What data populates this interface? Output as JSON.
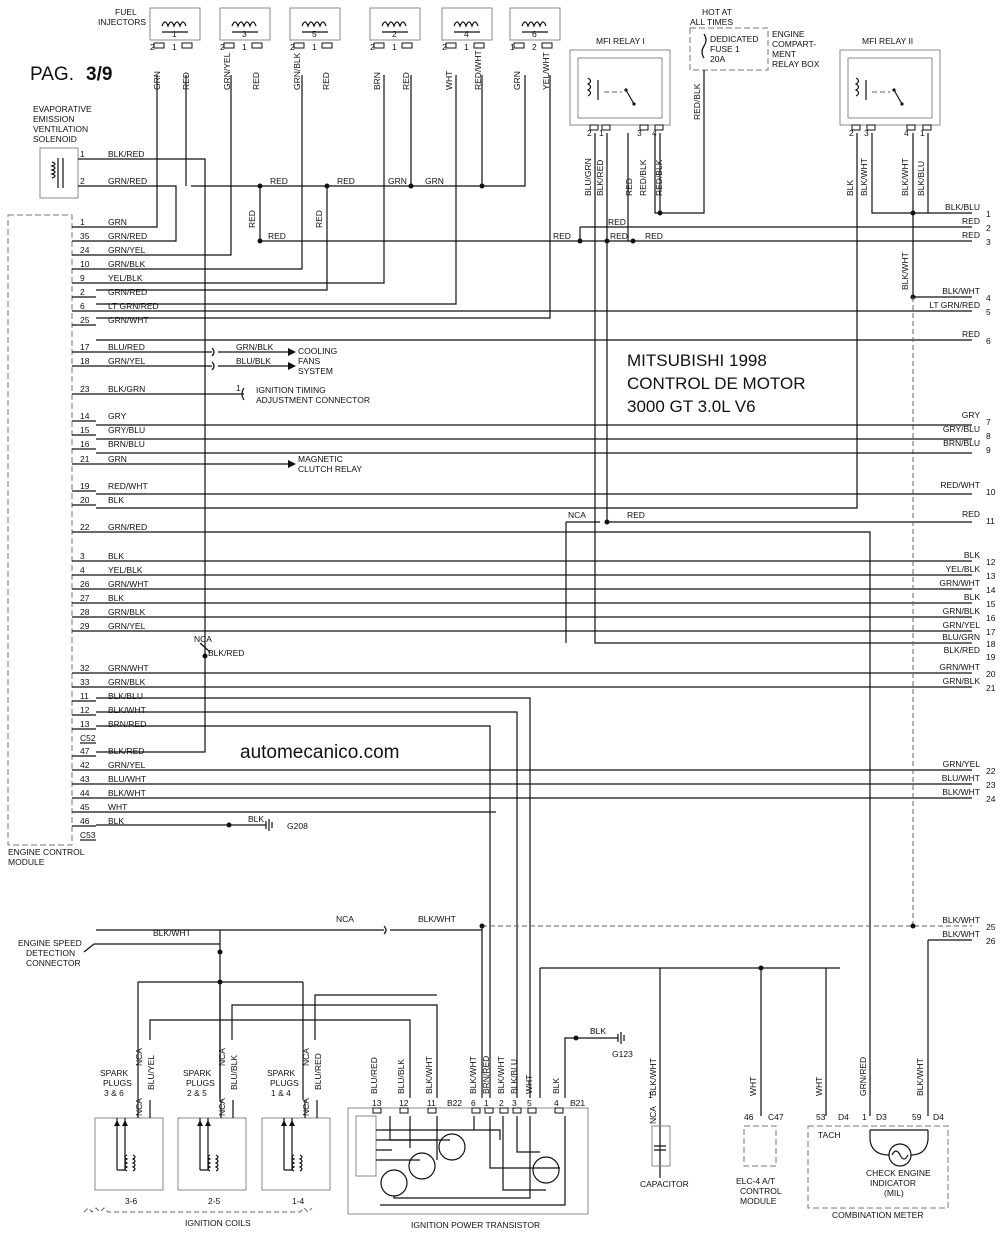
{
  "page": {
    "label": "PAG.",
    "number": "3/9"
  },
  "title": {
    "line1": "MITSUBISHI 1998",
    "line2": "CONTROL DE MOTOR",
    "line3": "3000 GT 3.0L V6"
  },
  "watermark": "automecanico.com",
  "fuel_injectors": {
    "label": "FUEL INJECTORS",
    "items": [
      {
        "num": "1",
        "wire_a": "GRN",
        "wire_b": "RED",
        "pin_a": "2",
        "pin_b": "1"
      },
      {
        "num": "3",
        "wire_a": "GRN/YEL",
        "wire_b": "RED",
        "pin_a": "2",
        "pin_b": "1"
      },
      {
        "num": "5",
        "wire_a": "GRN/BLK",
        "wire_b": "RED",
        "pin_a": "2",
        "pin_b": "1"
      },
      {
        "num": "2",
        "wire_a": "BRN",
        "wire_b": "RED",
        "pin_a": "2",
        "pin_b": "1"
      },
      {
        "num": "4",
        "wire_a": "WHT",
        "wire_b": "RED/WHT",
        "pin_a": "2",
        "pin_b": "1"
      },
      {
        "num": "6",
        "wire_a": "GRN",
        "wire_b": "YEL/WHT",
        "pin_a": "1",
        "pin_b": "2"
      }
    ]
  },
  "hot_at_all_times": {
    "label": "HOT AT ALL TIMES",
    "fuse": "DEDICATED FUSE 1 20A",
    "relay_box": "ENGINE COMPARTMENT RELAY BOX",
    "wire": "RED/BLK"
  },
  "mfi_relay_1": {
    "label": "MFI RELAY I",
    "pins": [
      "2",
      "1",
      "3",
      "4"
    ],
    "wires": [
      "BLU/GRN",
      "BLK/RED",
      "RED",
      "RED/BLK",
      "RED/BLK"
    ]
  },
  "mfi_relay_2": {
    "label": "MFI RELAY II",
    "pins": [
      "2",
      "3",
      "4",
      "1"
    ],
    "wires": [
      "BLK",
      "BLK/WHT",
      "BLK/WHT",
      "BLK/BLU"
    ]
  },
  "evap": {
    "label": "EVAPORATIVE EMISSION VENTILATION SOLENOID",
    "pins": [
      "1",
      "2"
    ],
    "wires": [
      "BLK/RED",
      "GRN/RED"
    ]
  },
  "ecm": {
    "label": "ENGINE CONTROL MODULE",
    "connectors": [
      "C52",
      "C53"
    ],
    "rows": [
      {
        "pin": "1",
        "wire": "GRN"
      },
      {
        "pin": "35",
        "wire": "GRN/RED"
      },
      {
        "pin": "24",
        "wire": "GRN/YEL"
      },
      {
        "pin": "10",
        "wire": "GRN/BLK"
      },
      {
        "pin": "9",
        "wire": "YEL/BLK"
      },
      {
        "pin": "2",
        "wire": "GRN/RED"
      },
      {
        "pin": "6",
        "wire": "LT GRN/RED"
      },
      {
        "pin": "25",
        "wire": "GRN/WHT"
      },
      {
        "pin": "17",
        "wire": "BLU/RED"
      },
      {
        "pin": "18",
        "wire": "GRN/YEL"
      },
      {
        "pin": "23",
        "wire": "BLK/GRN"
      },
      {
        "pin": "14",
        "wire": "GRY"
      },
      {
        "pin": "15",
        "wire": "GRY/BLU"
      },
      {
        "pin": "16",
        "wire": "BRN/BLU"
      },
      {
        "pin": "21",
        "wire": "GRN"
      },
      {
        "pin": "19",
        "wire": "RED/WHT"
      },
      {
        "pin": "20",
        "wire": "BLK"
      },
      {
        "pin": "22",
        "wire": "GRN/RED"
      },
      {
        "pin": "3",
        "wire": "BLK"
      },
      {
        "pin": "4",
        "wire": "YEL/BLK"
      },
      {
        "pin": "26",
        "wire": "GRN/WHT"
      },
      {
        "pin": "27",
        "wire": "BLK"
      },
      {
        "pin": "28",
        "wire": "GRN/BLK"
      },
      {
        "pin": "29",
        "wire": "GRN/YEL"
      },
      {
        "pin": "32",
        "wire": "GRN/WHT"
      },
      {
        "pin": "33",
        "wire": "GRN/BLK"
      },
      {
        "pin": "11",
        "wire": "BLK/BLU"
      },
      {
        "pin": "12",
        "wire": "BLK/WHT"
      },
      {
        "pin": "13",
        "wire": "BRN/RED"
      },
      {
        "pin": "47",
        "wire": "BLK/RED"
      },
      {
        "pin": "42",
        "wire": "GRN/YEL"
      },
      {
        "pin": "43",
        "wire": "BLU/WHT"
      },
      {
        "pin": "44",
        "wire": "BLK/WHT"
      },
      {
        "pin": "45",
        "wire": "WHT"
      },
      {
        "pin": "46",
        "wire": "BLK"
      }
    ]
  },
  "right_edge": [
    {
      "n": "1",
      "wire": "BLK/BLU"
    },
    {
      "n": "2",
      "wire": "RED"
    },
    {
      "n": "3",
      "wire": "RED"
    },
    {
      "n": "4",
      "wire": "BLK/WHT"
    },
    {
      "n": "5",
      "wire": "LT GRN/RED"
    },
    {
      "n": "6",
      "wire": "RED"
    },
    {
      "n": "7",
      "wire": "GRY"
    },
    {
      "n": "8",
      "wire": "GRY/BLU"
    },
    {
      "n": "9",
      "wire": "BRN/BLU"
    },
    {
      "n": "10",
      "wire": "RED/WHT"
    },
    {
      "n": "11",
      "wire": "RED"
    },
    {
      "n": "12",
      "wire": "BLK"
    },
    {
      "n": "13",
      "wire": "YEL/BLK"
    },
    {
      "n": "14",
      "wire": "GRN/WHT"
    },
    {
      "n": "15",
      "wire": "BLK"
    },
    {
      "n": "16",
      "wire": "GRN/BLK"
    },
    {
      "n": "17",
      "wire": "GRN/YEL"
    },
    {
      "n": "18",
      "wire": "BLU/GRN"
    },
    {
      "n": "19",
      "wire": "BLK/RED"
    },
    {
      "n": "20",
      "wire": "GRN/WHT"
    },
    {
      "n": "21",
      "wire": "GRN/BLK"
    },
    {
      "n": "22",
      "wire": "GRN/YEL"
    },
    {
      "n": "23",
      "wire": "BLU/WHT"
    },
    {
      "n": "24",
      "wire": "BLK/WHT"
    },
    {
      "n": "25",
      "wire": "BLK/WHT"
    },
    {
      "n": "26",
      "wire": "BLK/WHT"
    }
  ],
  "labels": {
    "cooling": "COOLING FANS SYSTEM",
    "cooling_w1": "GRN/BLK",
    "cooling_w2": "BLU/BLK",
    "ign_timing": "IGNITION TIMING ADJUSTMENT CONNECTOR",
    "ign_pin": "1",
    "mag_clutch": "MAGNETIC CLUTCH RELAY",
    "nca": "NCA",
    "g208": "G208",
    "g123": "G123",
    "esd": "ENGINE SPEED DETECTION CONNECTOR",
    "spark_36": "SPARK PLUGS 3 & 6",
    "spark_25": "SPARK PLUGS 2 & 5",
    "spark_14": "SPARK PLUGS 1 & 4",
    "coil_36": "3-6",
    "coil_25": "2-5",
    "coil_14": "1-4",
    "ign_coils": "IGNITION COILS",
    "ipt": "IGNITION POWER TRANSISTOR",
    "capacitor": "CAPACITOR",
    "elc": "ELC-4 A/T CONTROL MODULE",
    "combo": "COMBINATION METER",
    "tach": "TACH",
    "check_engine": "CHECK ENGINE INDICATOR (MIL)",
    "b22": "B22",
    "b21": "B21",
    "c47": "C47",
    "d4": "D4",
    "d3": "D3"
  }
}
